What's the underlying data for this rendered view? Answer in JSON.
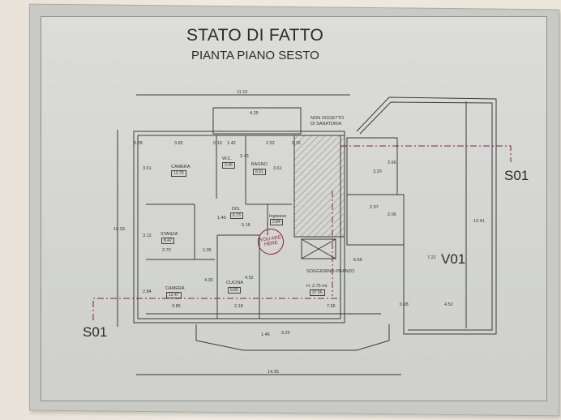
{
  "header": {
    "title": "STATO DI FATTO",
    "subtitle": "PIANTA PIANO SESTO"
  },
  "rooms": [
    {
      "name": "CAMERA",
      "area": "13.79"
    },
    {
      "name": "W.C.",
      "area": "3.45"
    },
    {
      "name": "BAGNO",
      "area": "8.91"
    },
    {
      "name": "DIS.",
      "area": "6.73"
    },
    {
      "name": "Ingresso",
      "area": "2.84"
    },
    {
      "name": "STANZA",
      "area": "8.42"
    },
    {
      "name": "CAMERA",
      "area": "12.47"
    },
    {
      "name": "CUCINA",
      "area": "9.85"
    },
    {
      "name": "SOGGIORNO-PRANZO",
      "height": "H. 2.75 ml.",
      "area": "37.56"
    }
  ],
  "annotations": {
    "non_oggetto_line1": "NON OGGETTO",
    "non_oggetto_line2": "DI SANATORIA",
    "you_are_here": "YOU ARE HERE",
    "section_right": "S01",
    "section_left": "S01",
    "view_label": "V01"
  },
  "dimensions": {
    "overall_top": "11.10",
    "balcony_top": "4.25",
    "camera_w": "3.82",
    "wc_w": "1.42",
    "bagno_w": "2.52",
    "wall_a": "0.28",
    "wall_b": "0.10",
    "wall_c": "0.15",
    "camera_h": "3.61",
    "bagno_h": "3.61",
    "wc_h": "2.43",
    "dis_h": "1.46",
    "dis_w": "5.16",
    "stanza_h": "3.12",
    "stanza_w": "2.70",
    "door_w": "1.05",
    "camera2_h": "2.84",
    "camera2_w": "3.85",
    "camera2_side": "4.30",
    "cucina_w": "2.18",
    "cucina_h": "4.52",
    "soggiorno_w": "7.56",
    "soggiorno_h": "6.66",
    "left_total": "10.33",
    "right_a": "3.20",
    "right_b": "2.97",
    "right_h1": "2.66",
    "right_h2": "2.06",
    "terrace_h": "7.22",
    "terrace_total": "12.41",
    "terrace_w": "4.52",
    "terrace_wall": "0.28",
    "bottom_balcony": "9.25",
    "bottom_depth": "1.46",
    "bottom_total": "14.35"
  },
  "colors": {
    "paper": "#d6d7d5",
    "frame": "#c9c9c6",
    "wall": "#efe9df",
    "ink": "#2a2a2a",
    "section_line": "#8c1d3c"
  }
}
